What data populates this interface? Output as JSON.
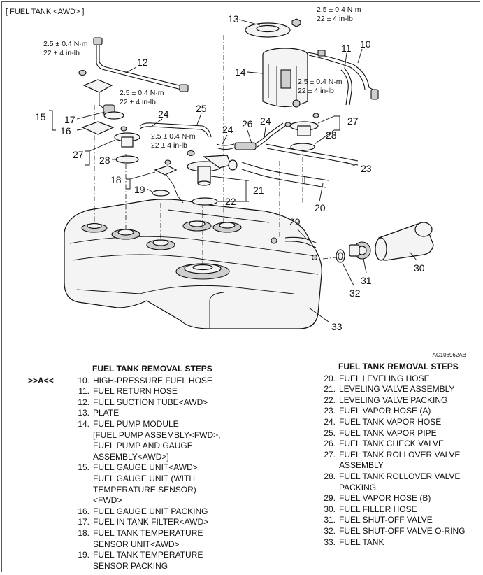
{
  "header": "[ FUEL TANK <AWD> ]",
  "drawing_code": "AC106962AB",
  "torque": {
    "line1": "2.5 ± 0.4 N·m",
    "line2": "22 ± 4 in-lb"
  },
  "callouts": [
    "10",
    "11",
    "12",
    "13",
    "14",
    "15",
    "16",
    "17",
    "18",
    "19",
    "20",
    "21",
    "22",
    "23",
    "24",
    "25",
    "26",
    "27",
    "28",
    "29",
    "30",
    "31",
    "32",
    "33"
  ],
  "removal_steps": {
    "heading": "FUEL TANK REMOVAL STEPS",
    "left": [
      {
        "mark": ">>A<<",
        "num": "10.",
        "text": "HIGH-PRESSURE FUEL HOSE"
      },
      {
        "mark": "",
        "num": "11.",
        "text": "FUEL RETURN HOSE"
      },
      {
        "mark": "",
        "num": "12.",
        "text": "FUEL SUCTION TUBE<AWD>"
      },
      {
        "mark": "",
        "num": "13.",
        "text": "PLATE"
      },
      {
        "mark": "",
        "num": "14.",
        "text": "FUEL PUMP MODULE"
      },
      {
        "mark": "",
        "num": "",
        "text": "[FUEL PUMP ASSEMBLY<FWD>,"
      },
      {
        "mark": "",
        "num": "",
        "text": "FUEL PUMP AND GAUGE"
      },
      {
        "mark": "",
        "num": "",
        "text": "ASSEMBLY<AWD>]"
      },
      {
        "mark": "",
        "num": "15.",
        "text": "FUEL GAUGE UNIT<AWD>,"
      },
      {
        "mark": "",
        "num": "",
        "text": "FUEL GAUGE UNIT (WITH"
      },
      {
        "mark": "",
        "num": "",
        "text": "TEMPERATURE SENSOR)"
      },
      {
        "mark": "",
        "num": "",
        "text": "<FWD>"
      },
      {
        "mark": "",
        "num": "16.",
        "text": "FUEL GAUGE UNIT PACKING"
      },
      {
        "mark": "",
        "num": "17.",
        "text": "FUEL IN TANK FILTER<AWD>"
      },
      {
        "mark": "",
        "num": "18.",
        "text": "FUEL TANK TEMPERATURE"
      },
      {
        "mark": "",
        "num": "",
        "text": "SENSOR UNIT<AWD>"
      },
      {
        "mark": "",
        "num": "19.",
        "text": "FUEL TANK TEMPERATURE"
      },
      {
        "mark": "",
        "num": "",
        "text": "SENSOR PACKING"
      }
    ],
    "right": [
      {
        "num": "20.",
        "text": "FUEL LEVELING HOSE"
      },
      {
        "num": "21.",
        "text": "LEVELING VALVE ASSEMBLY"
      },
      {
        "num": "22.",
        "text": "LEVELING VALVE PACKING"
      },
      {
        "num": "23.",
        "text": "FUEL VAPOR HOSE (A)"
      },
      {
        "num": "24.",
        "text": "FUEL TANK VAPOR HOSE"
      },
      {
        "num": "25.",
        "text": "FUEL TANK VAPOR PIPE"
      },
      {
        "num": "26.",
        "text": "FUEL TANK CHECK VALVE"
      },
      {
        "num": "27.",
        "text": "FUEL TANK ROLLOVER VALVE"
      },
      {
        "num": "",
        "text": "ASSEMBLY"
      },
      {
        "num": "28.",
        "text": "FUEL TANK ROLLOVER VALVE"
      },
      {
        "num": "",
        "text": "PACKING"
      },
      {
        "num": "29.",
        "text": "FUEL VAPOR HOSE (B)"
      },
      {
        "num": "30.",
        "text": "FUEL FILLER HOSE"
      },
      {
        "num": "31.",
        "text": "FUEL SHUT-OFF VALVE"
      },
      {
        "num": "32.",
        "text": "FUEL SHUT-OFF VALVE O-RING"
      },
      {
        "num": "33.",
        "text": "FUEL TANK"
      }
    ]
  }
}
